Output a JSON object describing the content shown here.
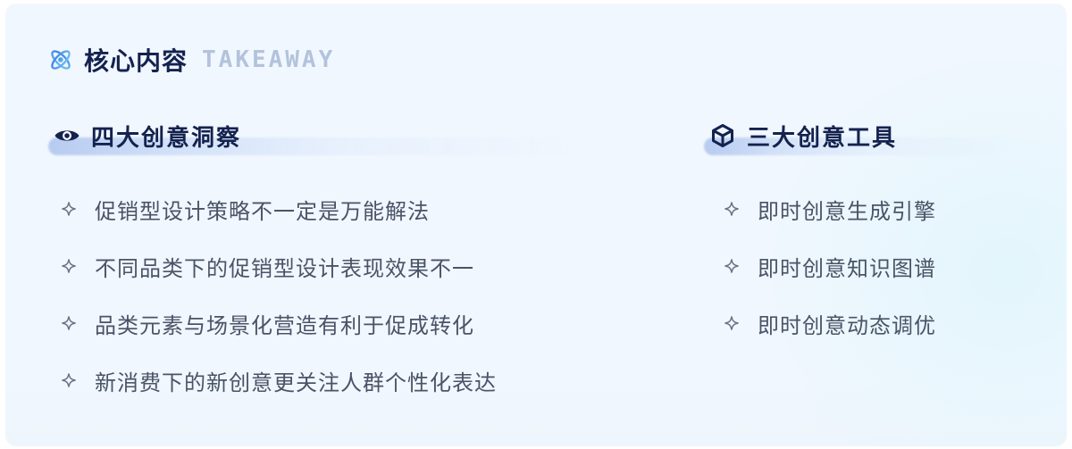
{
  "header": {
    "title": "核心内容",
    "subtitle": "TAKEAWAY",
    "icon": "atom-icon"
  },
  "insights": {
    "title": "四大创意洞察",
    "icon": "eye-icon",
    "items": [
      "促销型设计策略不一定是万能解法",
      "不同品类下的促销型设计表现效果不一",
      "品类元素与场景化营造有利于促成转化",
      "新消费下的新创意更关注人群个性化表达"
    ]
  },
  "tools": {
    "title": "三大创意工具",
    "icon": "cube-icon",
    "items": [
      "即时创意生成引擎",
      "即时创意知识图谱",
      "即时创意动态调优"
    ]
  },
  "bullet_icon": "sparkle-icon",
  "colors": {
    "title": "#14224f",
    "subtitle": "#b3c3dc",
    "body_text": "#4a5468",
    "accent_blue": "#4a9be8",
    "background": "#f1f7fe",
    "bar": "#b7cbf1"
  }
}
